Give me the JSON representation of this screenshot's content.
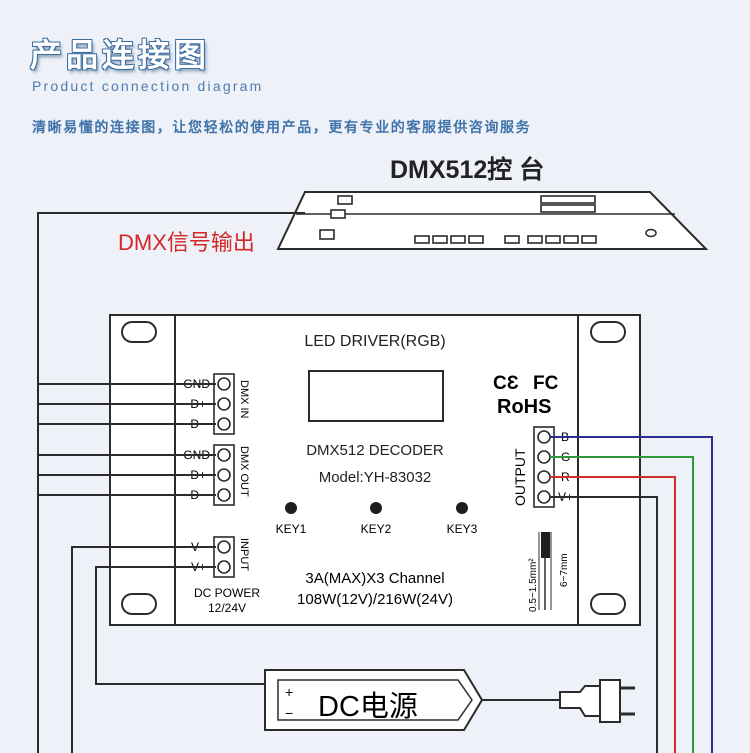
{
  "header": {
    "title": "产品连接图",
    "subtitle": "Product connection diagram",
    "description": "清晰易懂的连接图，让您轻松的使用产品，更有专业的客服提供咨询服务"
  },
  "console": {
    "title": "DMX512控 台",
    "signal_label": "DMX信号输出"
  },
  "device": {
    "name": "LED DRIVER(RGB)",
    "certs": {
      "ce": "CƐ",
      "fc": "FC",
      "rohs": "RoHS"
    },
    "decoder": "DMX512 DECODER",
    "model": "Model:YH-83032",
    "keys": [
      "KEY1",
      "KEY2",
      "KEY3"
    ],
    "spec_line1": "3A(MAX)X3 Channel",
    "spec_line2": "108W(12V)/216W(24V)",
    "dmx_in": {
      "label": "DMX IN",
      "pins": [
        "GND",
        "D+",
        "D−"
      ]
    },
    "dmx_out": {
      "label": "DMX OUT",
      "pins": [
        "GND",
        "D+",
        "D−"
      ]
    },
    "input": {
      "label": "INPUT",
      "pins": [
        "V−",
        "V+"
      ]
    },
    "dc_power": {
      "line1": "DC POWER",
      "line2": "12/24V"
    },
    "output": {
      "label": "OUTPUT",
      "pins": [
        "B",
        "G",
        "R",
        "V+"
      ]
    },
    "wire_spec": {
      "a": "0.5~1.5mm²",
      "b": "6~7mm"
    }
  },
  "power_supply": {
    "label": "DC电源",
    "plus": "+",
    "minus": "−"
  },
  "colors": {
    "line": "#2b2b2b",
    "wire_b": "#2a2f8f",
    "wire_g": "#2f9a3a",
    "wire_r": "#d42b2b",
    "signal_label": "#d42828",
    "title_blue": "#3f73aa"
  }
}
